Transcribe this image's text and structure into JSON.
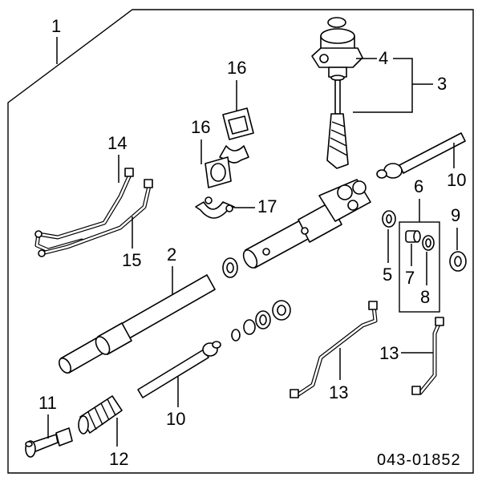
{
  "diagram": {
    "callouts": {
      "c1": "1",
      "c2": "2",
      "c3": "3",
      "c4": "4",
      "c5": "5",
      "c6": "6",
      "c7": "7",
      "c8": "8",
      "c9": "9",
      "c10a": "10",
      "c10b": "10",
      "c11": "11",
      "c12": "12",
      "c13a": "13",
      "c13b": "13",
      "c14": "14",
      "c15": "15",
      "c16a": "16",
      "c16b": "16",
      "c17": "17"
    },
    "figure_code": "043-01852"
  }
}
